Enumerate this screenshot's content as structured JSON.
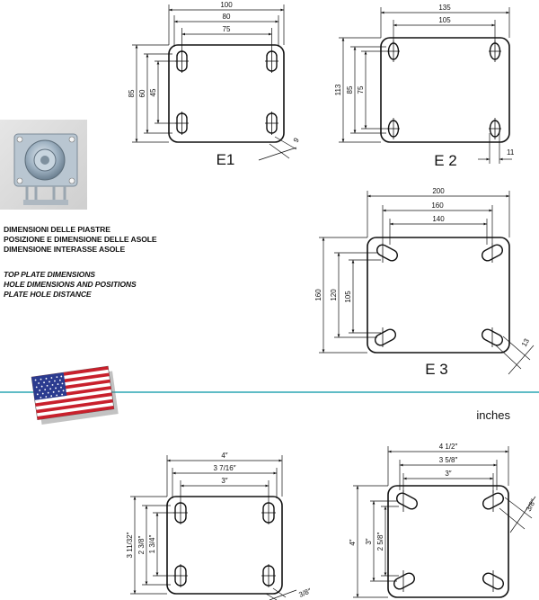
{
  "captions": {
    "italian": [
      "DIMENSIONI DELLE PIASTRE",
      "POSIZIONE E DIMENSIONE DELLE ASOLE",
      "DIMENSIONE INTERASSE ASOLE"
    ],
    "english": [
      "TOP PLATE DIMENSIONS",
      "HOLE DIMENSIONS AND POSITIONS",
      "PLATE HOLE DISTANCE"
    ]
  },
  "unit_label": "inches",
  "plates": {
    "e1": {
      "label": "E1",
      "w_total": "100",
      "w_mid": "80",
      "w_inner": "75",
      "h_total": "85",
      "h_mid": "60",
      "h_inner": "45",
      "hole": "9"
    },
    "e2": {
      "label": "E 2",
      "w_total": "135",
      "w_inner": "105",
      "h_total": "113",
      "h_mid": "85",
      "h_inner": "75",
      "hole": "11"
    },
    "e3": {
      "label": "E 3",
      "w_total": "200",
      "w_mid": "160",
      "w_inner": "140",
      "h_total": "160",
      "h_mid": "120",
      "h_inner": "105",
      "hole": "13"
    },
    "i1": {
      "w_total": "4″",
      "w_mid": "3 7/16″",
      "w_inner": "3″",
      "h_total": "3 11/32″",
      "h_mid": "2 3/8″",
      "h_inner": "1 3/4″",
      "hole": "3/8″"
    },
    "i2": {
      "w_total": "4 1/2″",
      "w_mid": "3 5/8″",
      "w_inner": "3″",
      "h_total": "4″",
      "h_mid": "3″",
      "h_inner": "2 5/8″",
      "hole": "3/8″"
    }
  },
  "colors": {
    "divider": "#2aa6b4",
    "line": "#111111"
  }
}
